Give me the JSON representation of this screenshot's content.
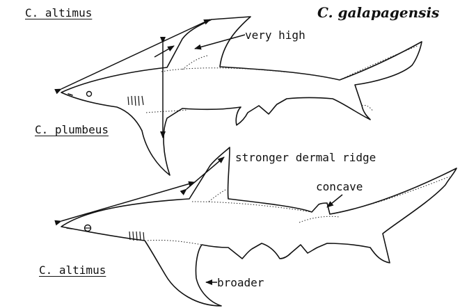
{
  "title": "C. galapagensis",
  "labels": {
    "top_left": "C. altimus",
    "top_mid": "C. plumbeus",
    "very_high": "very high",
    "stronger_ridge": "stronger dermal ridge",
    "concave": "concave",
    "bottom_left": "C. altimus",
    "broader": "broader"
  }
}
